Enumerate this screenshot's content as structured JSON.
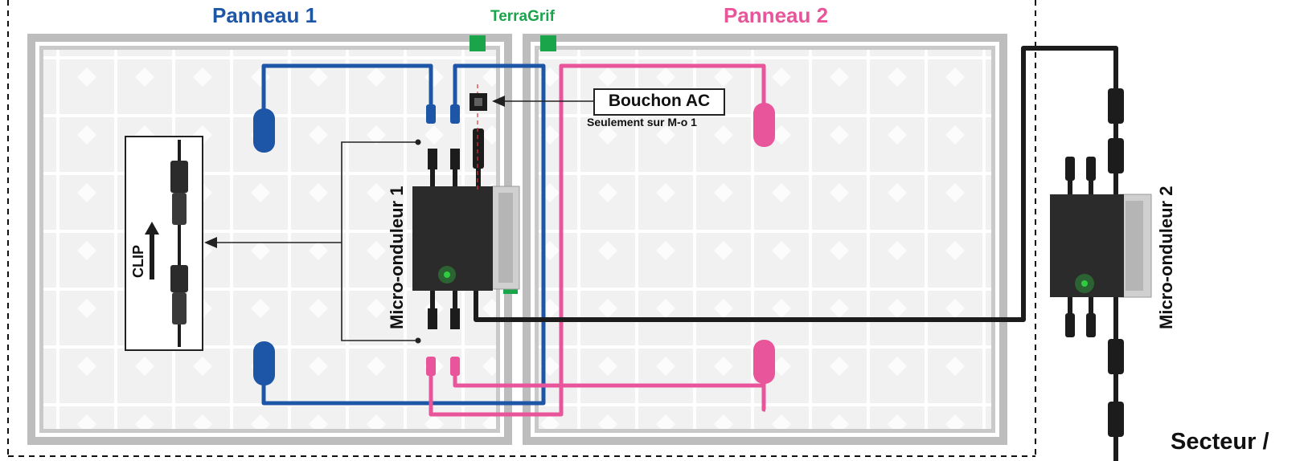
{
  "panels": [
    {
      "label": "Panneau 1",
      "color": "#1d56a6"
    },
    {
      "label": "Panneau 2",
      "color": "#e8559a"
    }
  ],
  "ground": {
    "label": "TerraGrif",
    "color": "#1aa54b"
  },
  "ac_cap": {
    "label": "Bouchon AC",
    "note": "Seulement sur M-o 1"
  },
  "clip": {
    "label": "CLIP"
  },
  "micro_inverters": [
    {
      "label": "Micro-onduleur 1",
      "led_color": "#2ecc40"
    },
    {
      "label": "Micro-onduleur 2",
      "led_color": "#2ecc40"
    }
  ],
  "mains": {
    "label": "Secteur /"
  },
  "colors": {
    "cable_black": "#1c1c1c",
    "frame": "#bdbdbd",
    "cell": "#eeeeee"
  }
}
